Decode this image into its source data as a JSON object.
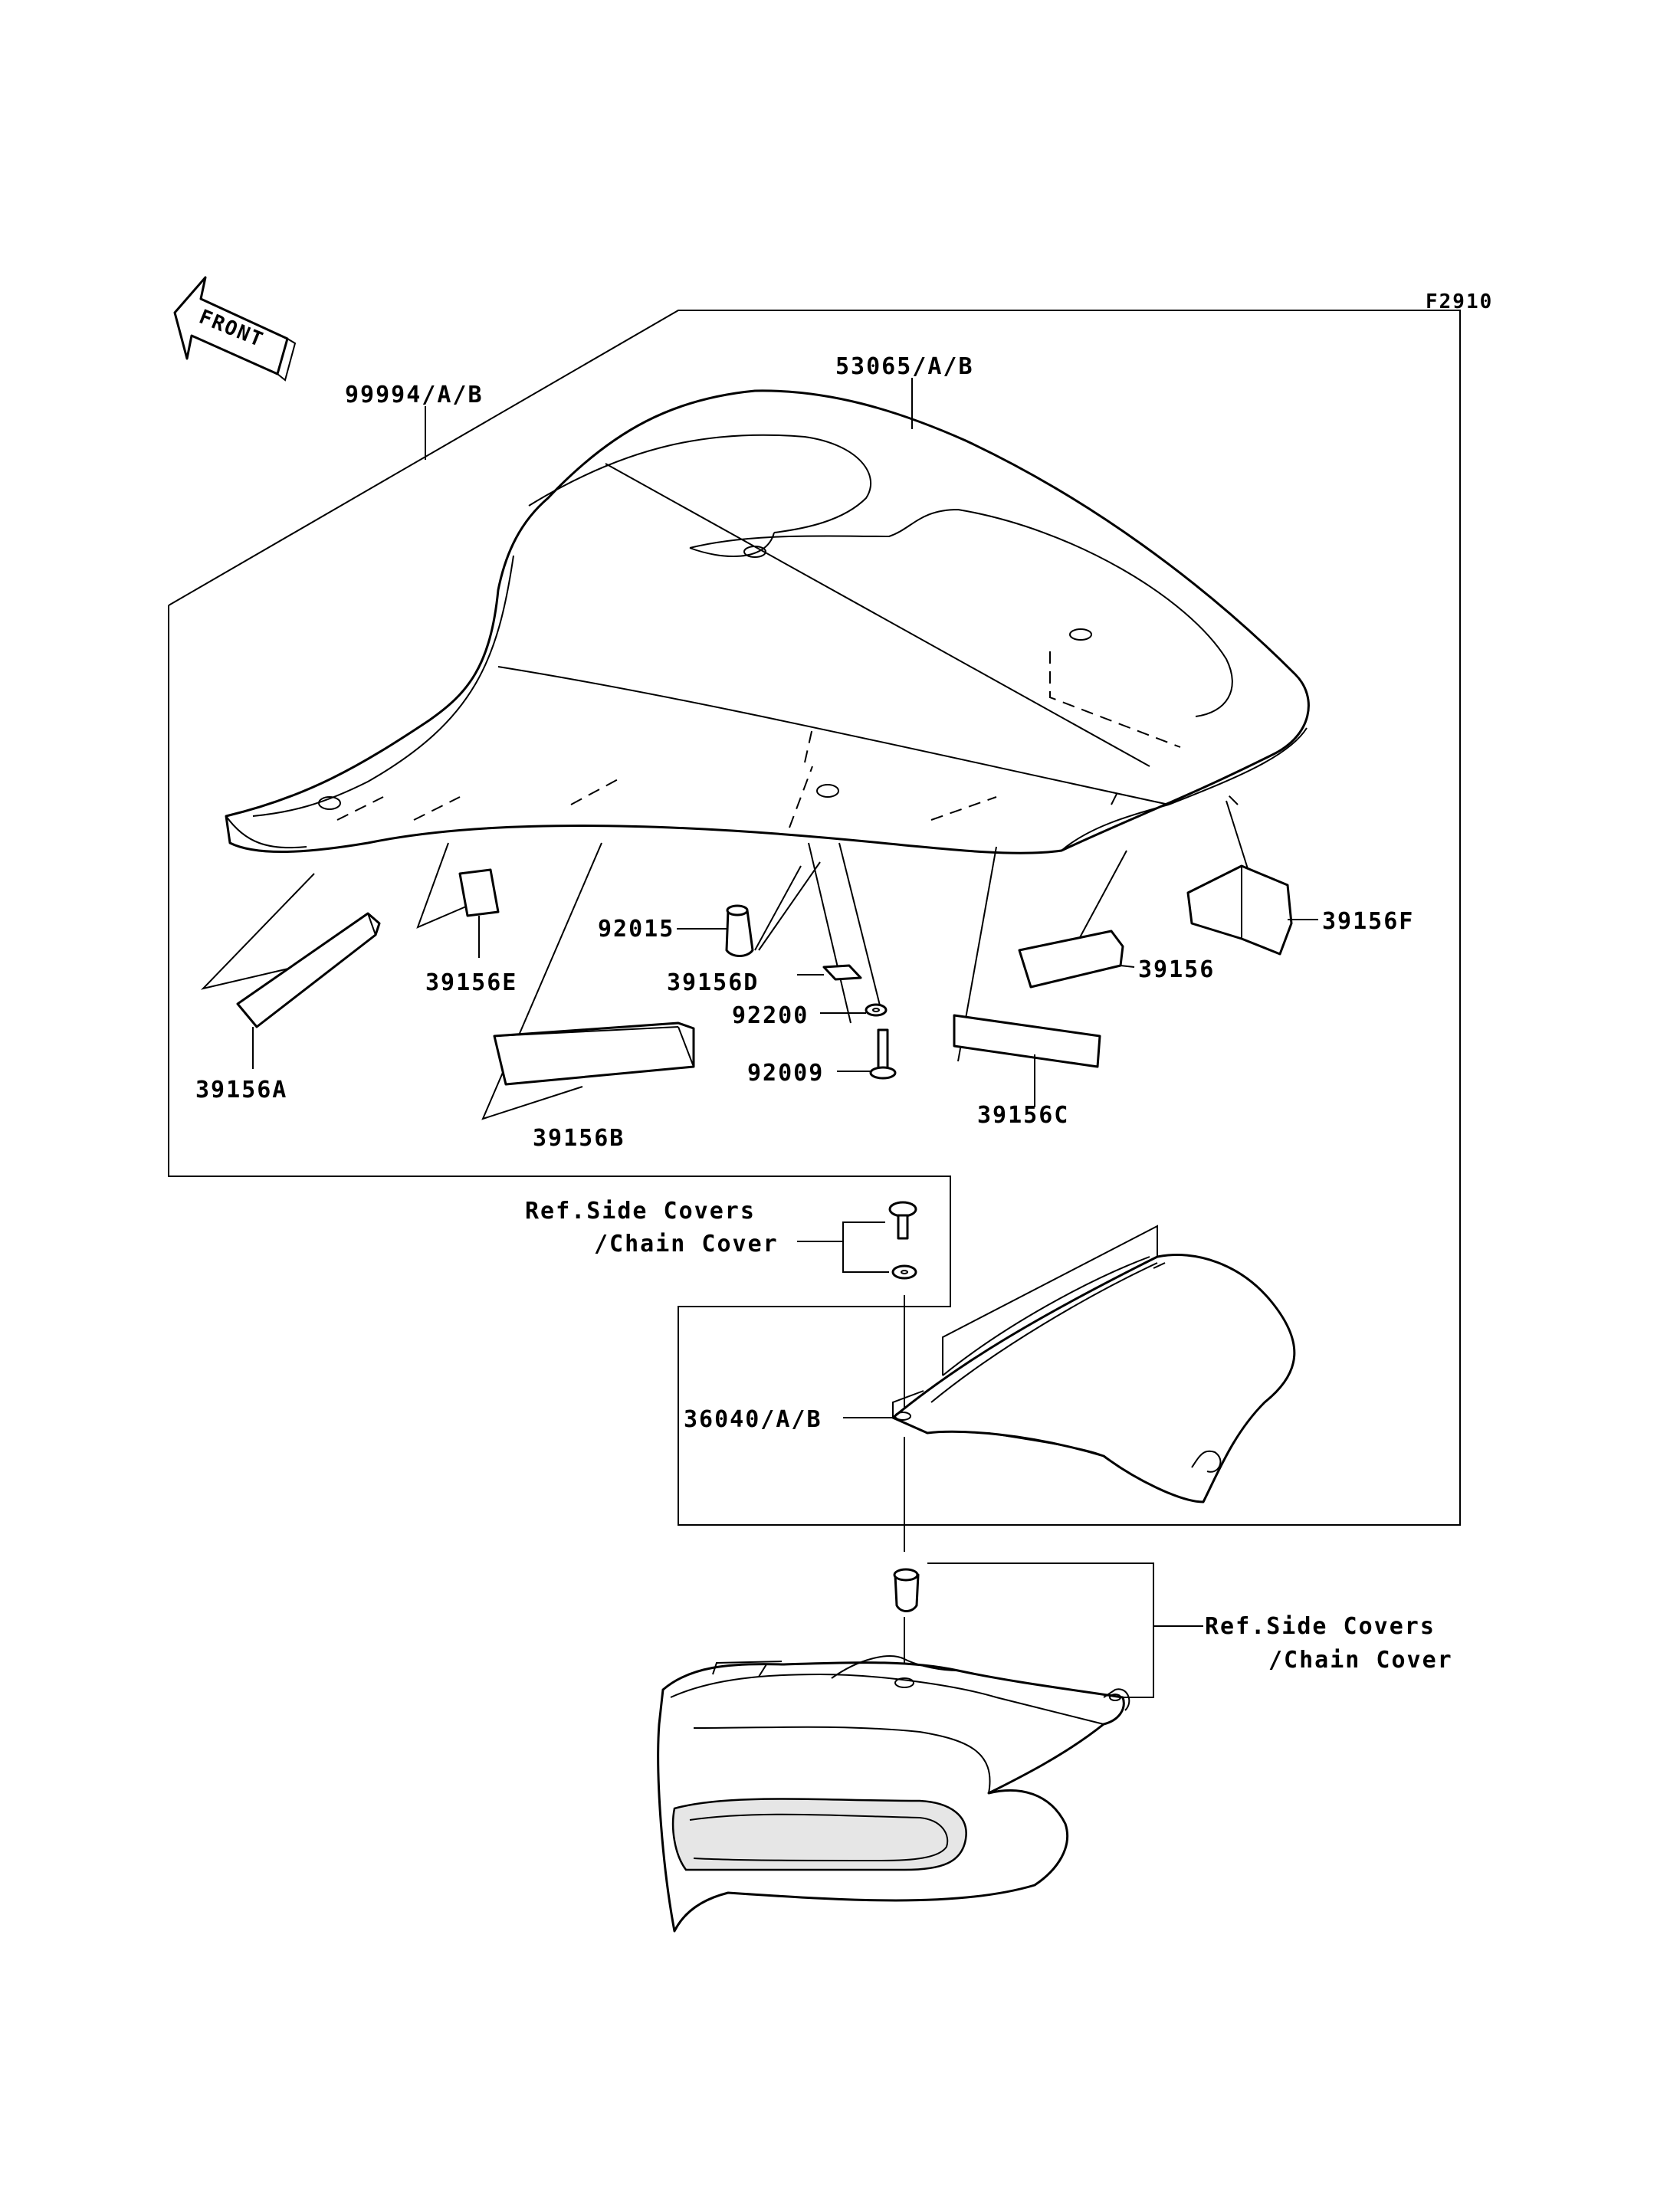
{
  "diagram_code": "F2910",
  "front_marker": "FRONT",
  "labels": {
    "p99994": "99994/A/B",
    "p53065": "53065/A/B",
    "p92015": "92015",
    "p39156E": "39156E",
    "p39156D": "39156D",
    "p39156F": "39156F",
    "p39156": "39156",
    "p92200": "92200",
    "p39156A": "39156A",
    "p92009": "92009",
    "p39156C": "39156C",
    "p39156B": "39156B",
    "p36040": "36040/A/B"
  },
  "references": {
    "upper_line1": "Ref.Side Covers",
    "upper_line2": "/Chain Cover",
    "lower_line1": "Ref.Side Covers",
    "lower_line2": "/Chain Cover"
  },
  "colors": {
    "line": "#000000",
    "background": "#ffffff",
    "shade": "#e6e6e6"
  }
}
